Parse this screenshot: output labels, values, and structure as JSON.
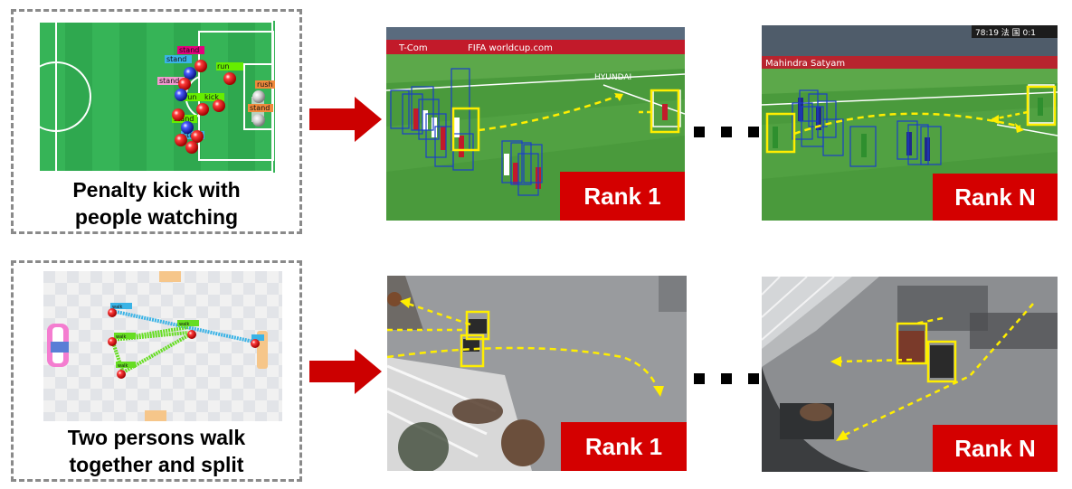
{
  "rows": [
    {
      "query_caption": [
        "Penalty kick with",
        "people watching"
      ],
      "query_labels": [
        "stand",
        "stand",
        "stand",
        "run",
        "run",
        "kick",
        "rush",
        "stand",
        "stand",
        "stand"
      ],
      "results": [
        {
          "rank": "Rank 1",
          "scoreboard": ""
        },
        {
          "rank": "Rank N",
          "scoreboard": "78:19  法 国 0:1"
        }
      ],
      "banner_text": [
        "T-Com",
        "FIFA worldcup.com",
        "HYUNDAI",
        "Mahindra Satyam"
      ]
    },
    {
      "query_caption": [
        "Two persons walk",
        "together and split"
      ],
      "query_labels": [
        "walk",
        "walk",
        "walk",
        "walk"
      ],
      "results": [
        {
          "rank": "Rank 1"
        },
        {
          "rank": "Rank N"
        }
      ]
    }
  ],
  "colors": {
    "badge": "#d40000",
    "arrow": "#cc0000",
    "pitch": "#2fa84f",
    "track": "#ffee00",
    "detection": "#1a3fc9"
  }
}
